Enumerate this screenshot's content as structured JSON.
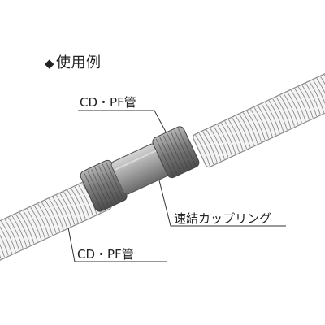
{
  "title": {
    "marker": "◆",
    "text": "使用例"
  },
  "labels": {
    "pipe_top": "CD・PF管",
    "pipe_bottom": "CD・PF管",
    "coupling": "速結カップリング"
  },
  "colors": {
    "pipe_fill": "#f4f4f4",
    "pipe_rib": "#8a8a8a",
    "coupling_dark": "#5e5e5e",
    "coupling_mid": "#8d8d8d",
    "coupling_light": "#c9c9c9",
    "leader": "#333333"
  },
  "icons": {
    "title_marker": "diamond-icon"
  }
}
